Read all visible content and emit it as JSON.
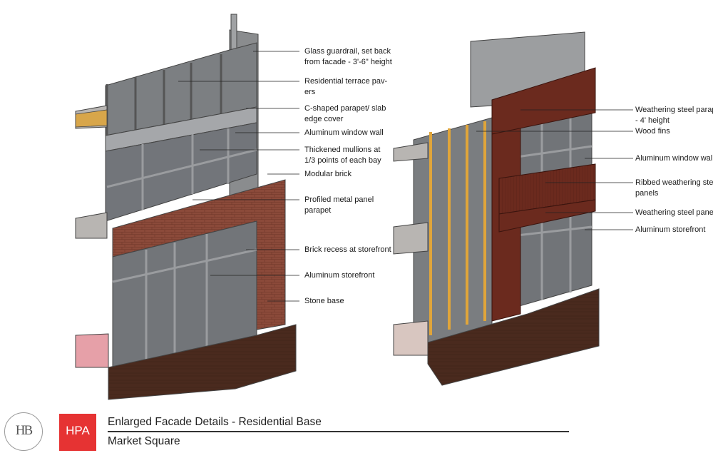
{
  "diagram": {
    "left_callouts": [
      {
        "id": "glass-guardrail",
        "lines": [
          "Glass guardrail, set back",
          "from facade - 3'-6\" height"
        ]
      },
      {
        "id": "terrace-pavers",
        "lines": [
          "Residential terrace pav-",
          "ers"
        ]
      },
      {
        "id": "c-parapet",
        "lines": [
          "C-shaped parapet/ slab",
          "edge cover"
        ]
      },
      {
        "id": "aluminum-window-wall",
        "lines": [
          "Aluminum window wall"
        ]
      },
      {
        "id": "thickened-mullions",
        "lines": [
          "Thickened mullions at",
          "1/3 points of each bay"
        ]
      },
      {
        "id": "modular-brick",
        "lines": [
          "Modular brick"
        ]
      },
      {
        "id": "profiled-metal-panel",
        "lines": [
          "Profiled metal panel",
          "parapet"
        ]
      },
      {
        "id": "brick-recess",
        "lines": [
          "Brick recess at storefront"
        ]
      },
      {
        "id": "aluminum-storefront",
        "lines": [
          "Aluminum storefront"
        ]
      },
      {
        "id": "stone-base",
        "lines": [
          "Stone base"
        ]
      }
    ],
    "right_callouts": [
      {
        "id": "weathering-steel-parapet",
        "lines": [
          "Weathering steel parapet",
          "- 4' height"
        ]
      },
      {
        "id": "wood-fins",
        "lines": [
          "Wood fins"
        ]
      },
      {
        "id": "aluminum-window-wall-r",
        "lines": [
          "Aluminum window wall"
        ]
      },
      {
        "id": "ribbed-weathering-steel",
        "lines": [
          "Ribbed weathering steel",
          "panels"
        ]
      },
      {
        "id": "weathering-steel-panel",
        "lines": [
          "Weathering steel panel"
        ]
      },
      {
        "id": "aluminum-storefront-r",
        "lines": [
          "Aluminum storefront"
        ]
      }
    ]
  },
  "footer": {
    "title": "Enlarged Facade Details - Residential Base",
    "subtitle": "Market Square",
    "logo_left_text": "HB",
    "logo_right_text": "HPA",
    "logo_right_color": "#e63333"
  },
  "colors": {
    "glass": "#7a7d80",
    "frame": "#9a9c9f",
    "brick": "#8b4a3a",
    "weathering_steel": "#6b2a1e",
    "wood": "#e0a53a",
    "stone": "#4a2a1e",
    "slab": "#b8b5b2"
  }
}
